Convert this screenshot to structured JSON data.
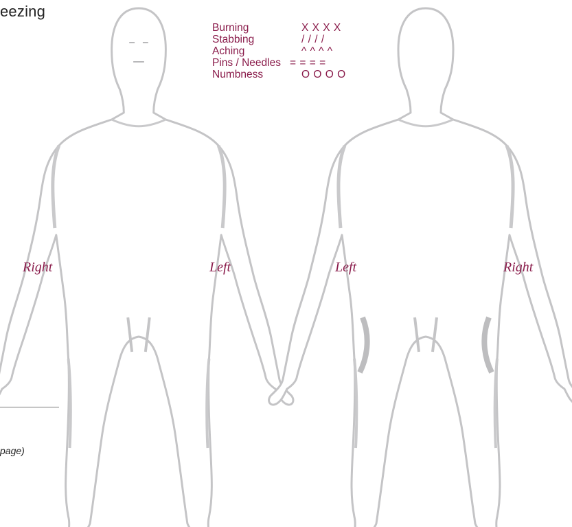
{
  "top_text": "eezing",
  "legend": [
    {
      "label": "Burning",
      "symbol": "X X X X"
    },
    {
      "label": "Stabbing",
      "symbol": "/ / / /"
    },
    {
      "label": "Aching",
      "symbol": "^ ^ ^ ^"
    },
    {
      "label": "Pins / Needles",
      "symbol": "= = = ="
    },
    {
      "label": "Numbness",
      "symbol": "O O O O"
    }
  ],
  "front_figure": {
    "right_label": "Right",
    "left_label": "Left"
  },
  "back_figure": {
    "left_label": "Left",
    "right_label": "Right"
  },
  "page_note": "page)",
  "colors": {
    "accent": "#8a1c4b",
    "outline": "#c4c4c6",
    "outline_dark": "#a9a9ab"
  }
}
